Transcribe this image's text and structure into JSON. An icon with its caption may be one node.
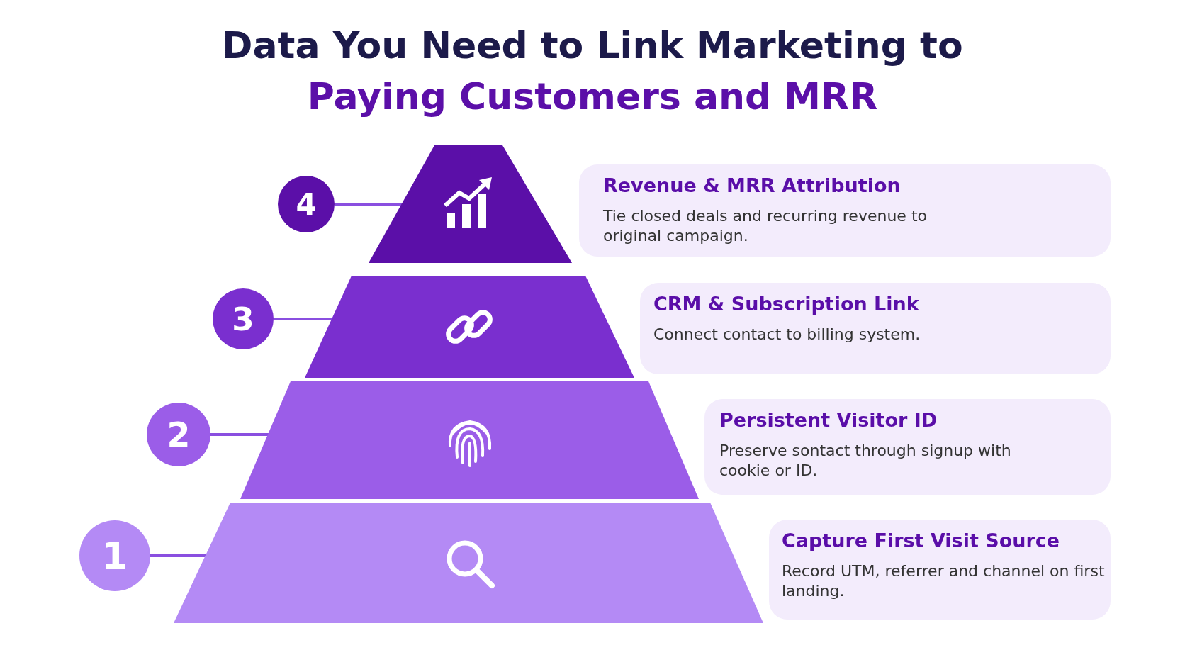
{
  "diagram": {
    "title": "Data You Need to Link Marketing to Paying Customers and MRR",
    "nodes": [
      {
        "text": [
          "4"
        ]
      },
      {
        "text": [],
        "shape": "trapezoid"
      },
      {
        "text": [
          "Revenue & MRR Attribution",
          "Tie closed deals and recurring revenue to original campaign."
        ]
      },
      {
        "text": [
          "3"
        ]
      },
      {
        "text": [],
        "shape": "trapezoid"
      },
      {
        "text": [
          "CRM & Subscription Link",
          "Connect contact to billing system."
        ]
      },
      {
        "text": [
          "2"
        ]
      },
      {
        "text": [],
        "shape": "trapezoid"
      },
      {
        "text": [
          "Persistent Visitor ID",
          "Preserve sontact through signup with cookie or ID."
        ]
      },
      {
        "text": [
          "1"
        ]
      },
      {
        "text": [],
        "shape": "trapezoid"
      },
      {
        "text": [
          "Capture First Visit Source",
          "Record UTM, referrer and channel on first landing."
        ]
      }
    ],
    "edges": [
      {
        "from": 0,
        "to": 1,
        "arrow": "none"
      },
      {
        "from": 3,
        "to": 4,
        "arrow": "none"
      },
      {
        "from": 6,
        "to": 7,
        "arrow": "none"
      },
      {
        "from": 9,
        "to": 10,
        "arrow": "none"
      }
    ]
  }
}
